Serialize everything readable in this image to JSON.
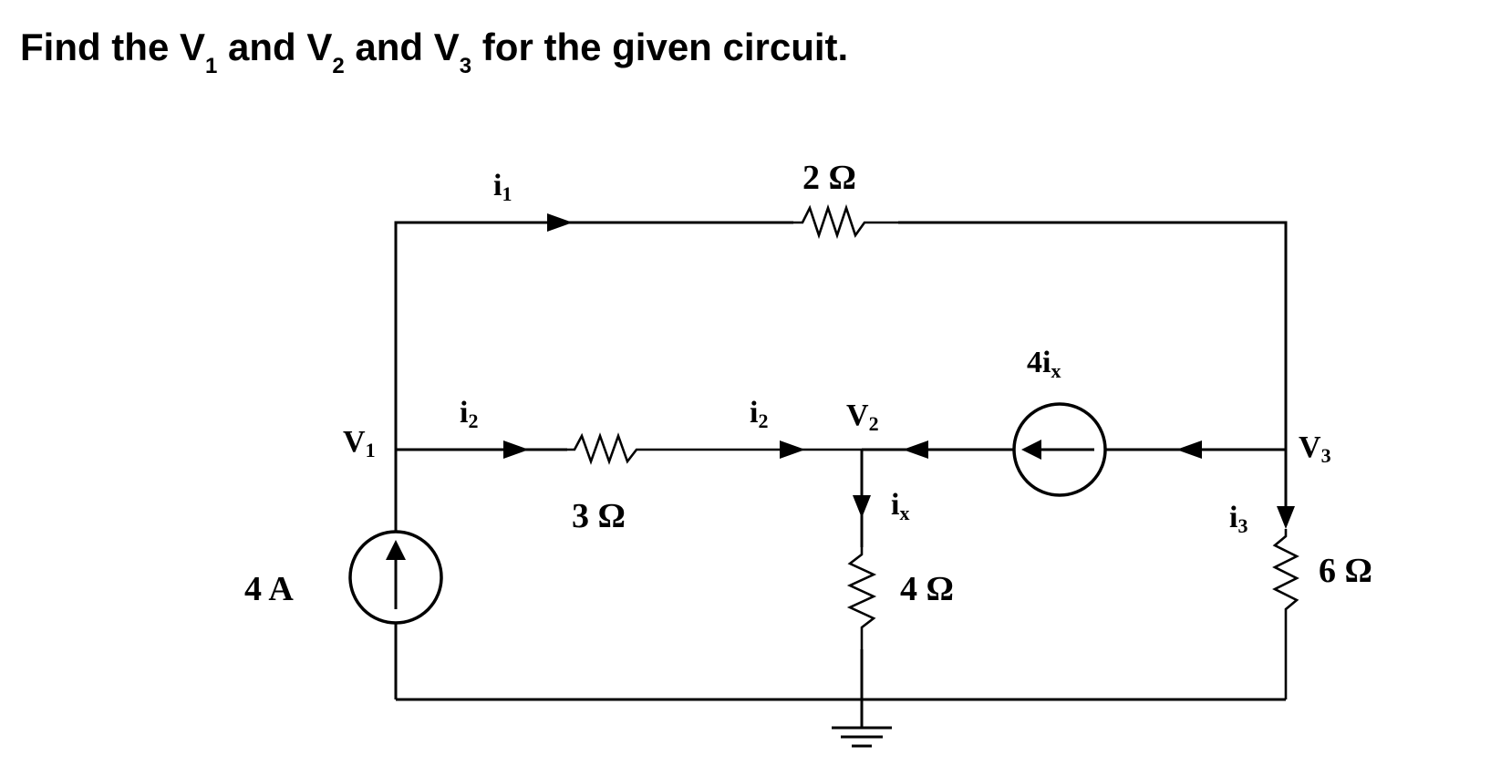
{
  "question": {
    "prefix": "Find the V",
    "sub1": "1",
    "mid1": " and V",
    "sub2": "2",
    "mid2": " and V",
    "sub3": "3",
    "suffix": " for the given circuit."
  },
  "labels": {
    "i1_main": "i",
    "i1_sub": "1",
    "r_top": "2 Ω",
    "v1_main": "V",
    "v1_sub": "1",
    "i2a_main": "i",
    "i2a_sub": "2",
    "r_mid": "3 Ω",
    "i2b_main": "i",
    "i2b_sub": "2",
    "v2_main": "V",
    "v2_sub": "2",
    "dep_main": "4i",
    "dep_sub": "x",
    "ix_main": "i",
    "ix_sub": "x",
    "r_center": "4 Ω",
    "i3_main": "i",
    "i3_sub": "3",
    "v3_main": "V",
    "v3_sub": "3",
    "r_right": "6 Ω",
    "src": "4 A"
  },
  "colors": {
    "ink": "#000000",
    "background": "#ffffff"
  }
}
